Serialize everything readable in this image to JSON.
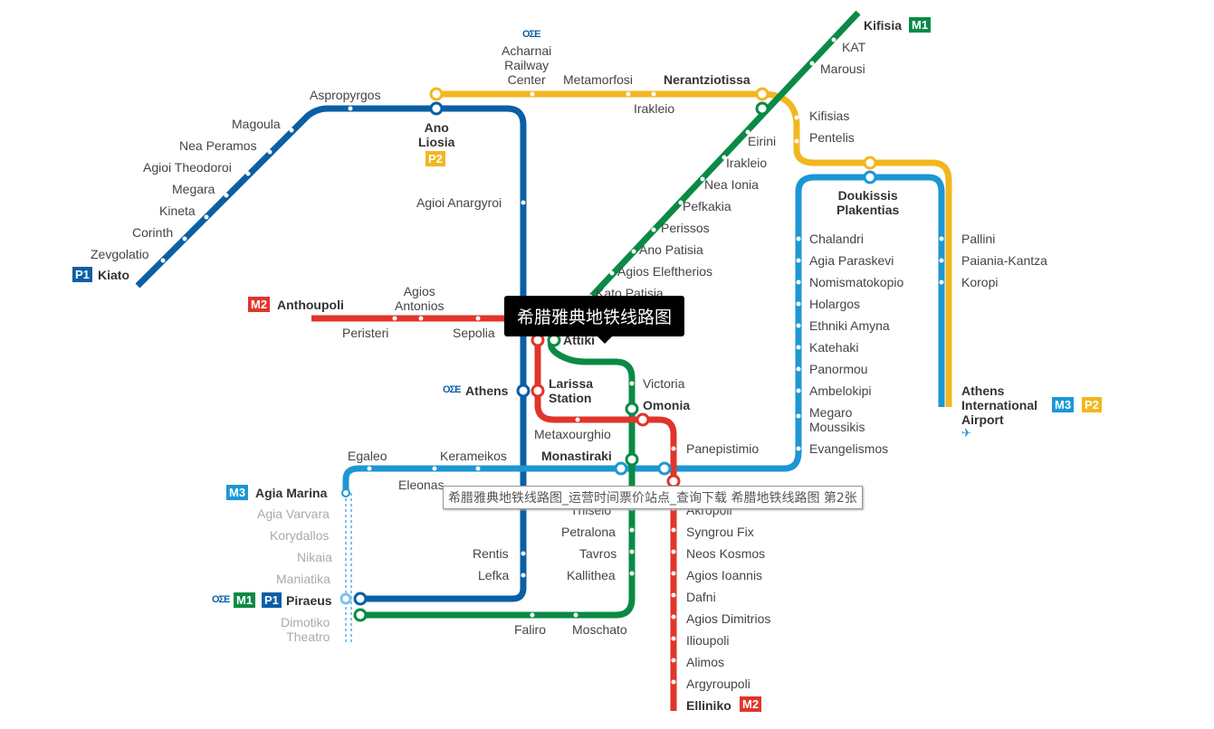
{
  "map": {
    "lines": [
      {
        "code": "M1",
        "color": "#0a8a45"
      },
      {
        "code": "M2",
        "color": "#e0352b"
      },
      {
        "code": "M3",
        "color": "#1c97d4"
      },
      {
        "code": "P1",
        "color": "#0a5fa5"
      },
      {
        "code": "P2",
        "color": "#f2b71f"
      }
    ],
    "stations": {
      "kifisia": "Kifisia",
      "kat": "KAT",
      "marousi": "Marousi",
      "nerantziotissa": "Nerantziotissa",
      "irakleio_p2": "Irakleio",
      "metamorfosi": "Metamorfosi",
      "acharnai": "Acharnai\nRailway\nCenter",
      "kifisias": "Kifisias",
      "pentelis": "Pentelis",
      "eirini": "Eirini",
      "irakleio_m1": "Irakleio",
      "nea_ionia": "Nea Ionia",
      "pefkakia": "Pefkakia",
      "perissos": "Perissos",
      "ano_patisia": "Ano Patisia",
      "agios_eleftherios": "Agios Eleftherios",
      "kato_patisia": "Kato Patisia",
      "attiki": "Attiki",
      "aspropyrgos": "Aspropyrgos",
      "magoula": "Magoula",
      "nea_peramos": "Nea Peramos",
      "agioi_theodoroi": "Agioi Theodoroi",
      "megara": "Megara",
      "kineta": "Kineta",
      "corinth": "Corinth",
      "zevgolatio": "Zevgolatio",
      "kiato": "Kiato",
      "ano_liosia": "Ano\nLiosia",
      "agioi_anargyroi": "Agioi Anargyroi",
      "anthoupoli": "Anthoupoli",
      "agios_antonios": "Agios\nAntonios",
      "peristeri": "Peristeri",
      "sepolia": "Sepolia",
      "athens": "Athens",
      "larissa": "Larissa\nStation",
      "victoria": "Victoria",
      "omonia": "Omonia",
      "metaxourghio": "Metaxourghio",
      "panepistimio": "Panepistimio",
      "monastiraki": "Monastiraki",
      "egaleo": "Egaleo",
      "kerameikos": "Kerameikos",
      "eleonas": "Eleonas",
      "agia_marina": "Agia Marina",
      "agia_varvara": "Agia Varvara",
      "korydallos": "Korydallos",
      "nikaia": "Nikaia",
      "maniatika": "Maniatika",
      "piraeus": "Piraeus",
      "dimotiko_theatro": "Dimotiko\nTheatro",
      "thiseio": "Thiseio",
      "petralona": "Petralona",
      "tavros": "Tavros",
      "kallithea": "Kallithea",
      "moschato": "Moschato",
      "faliro": "Faliro",
      "rentis": "Rentis",
      "lefka": "Lefka",
      "akropoli": "Akropoli",
      "syngrou_fix": "Syngrou Fix",
      "neos_kosmos": "Neos Kosmos",
      "agios_ioannis": "Agios Ioannis",
      "dafni": "Dafni",
      "agios_dimitrios": "Agios Dimitrios",
      "ilioupoli": "Ilioupoli",
      "alimos": "Alimos",
      "argyroupoli": "Argyroupoli",
      "elliniko": "Elliniko",
      "doukissis": "Doukissis\nPlakentias",
      "chalandri": "Chalandri",
      "agia_paraskevi": "Agia Paraskevi",
      "nomismatokopio": "Nomismatokopio",
      "holargos": "Holargos",
      "ethniki_amyna": "Ethniki Amyna",
      "katehaki": "Katehaki",
      "panormou": "Panormou",
      "ambelokipi": "Ambelokipi",
      "megaro": "Megaro\nMoussikis",
      "evangelismos": "Evangelismos",
      "pallini": "Pallini",
      "paiania": "Paiania-Kantza",
      "koropi": "Koropi",
      "airport": "Athens\nInternational\nAirport"
    },
    "ose_logo": "OΣE"
  },
  "tooltip": {
    "text": "希腊雅典地铁线路图"
  },
  "caption": {
    "text": "希腊雅典地铁线路图_运营时间票价站点_查询下载 希腊地铁线路图 第2张"
  }
}
